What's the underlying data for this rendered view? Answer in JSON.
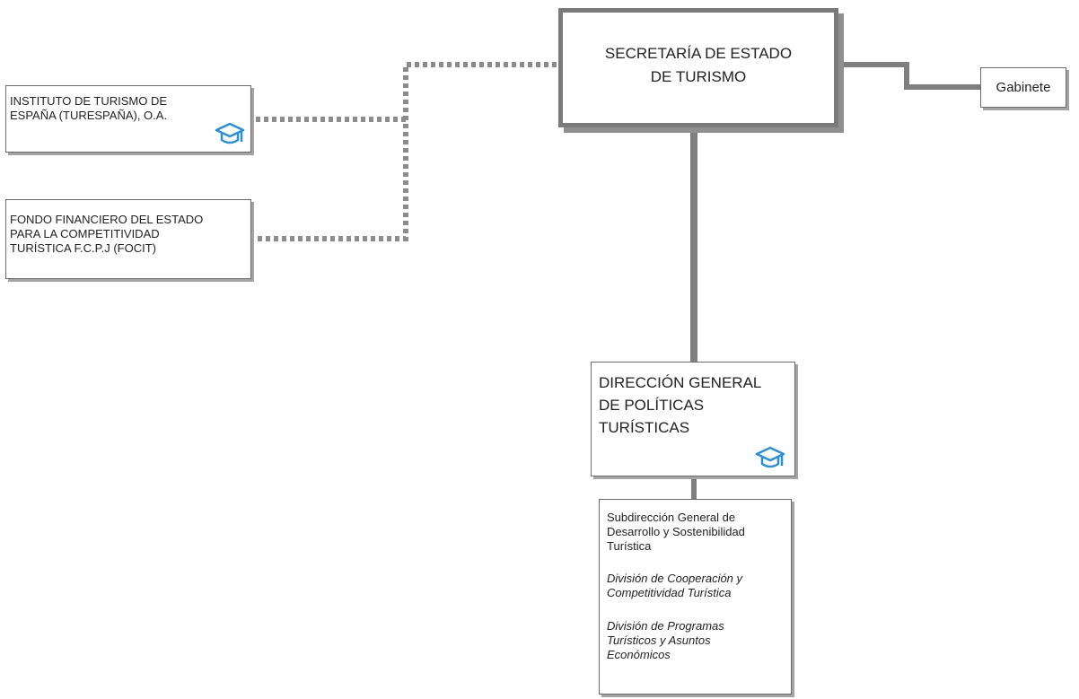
{
  "secretaria": {
    "title_line1": "SECRETARÍA DE ESTADO",
    "title_line2": "DE TURISMO"
  },
  "gabinete": {
    "label": "Gabinete"
  },
  "turespana": {
    "line1": "INSTITUTO DE TURISMO DE",
    "line2": "ESPAÑA (TURESPAÑA), O.A.",
    "icon": "graduation-cap-icon"
  },
  "focit": {
    "line1": "FONDO FINANCIERO DEL ESTADO",
    "line2": "PARA LA COMPETITIVIDAD",
    "line3": "TURÍSTICA F.C.P.J (FOCIT)"
  },
  "dg": {
    "line1": "DIRECCIÓN GENERAL",
    "line2": "DE POLÍTICAS",
    "line3": "TURÍSTICAS",
    "icon": "graduation-cap-icon"
  },
  "subdireccion": {
    "title_line1": "Subdirección General de",
    "title_line2": "Desarrollo y Sostenibilidad",
    "title_line3": "Turística",
    "division1_line1": "División de Cooperación y",
    "division1_line2": "Competitividad Turística",
    "division2_line1": "División de Programas",
    "division2_line2": "Turísticos y Asuntos",
    "division2_line3": "Económicos"
  },
  "colors": {
    "line": "#7f7f7f",
    "dotted": "#8c8c8c",
    "icon": "#2e8fd0",
    "border": "#6b6b6b"
  }
}
